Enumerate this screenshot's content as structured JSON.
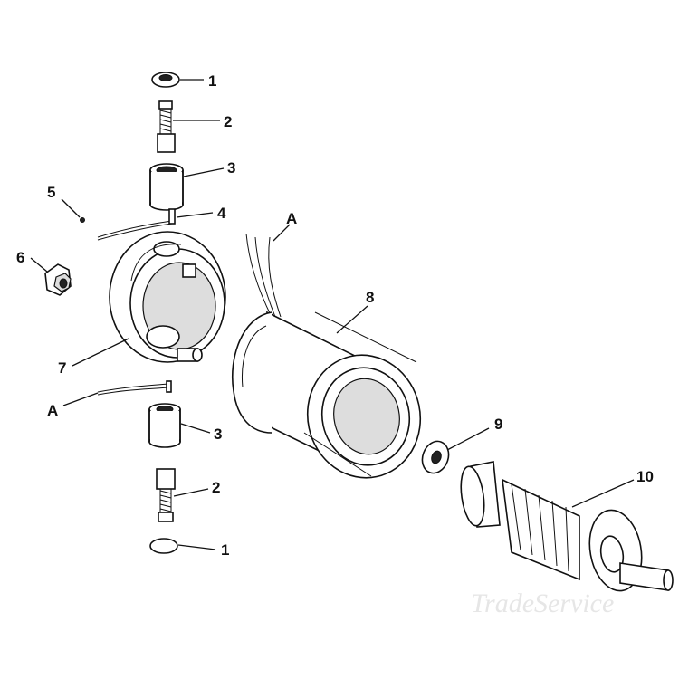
{
  "callouts": {
    "p1_top": "1",
    "p2_top": "2",
    "p3_top": "3",
    "p4": "4",
    "p5": "5",
    "p6": "6",
    "p7": "7",
    "p8": "8",
    "p9": "9",
    "p10": "10",
    "p3_bottom": "3",
    "p2_bottom": "2",
    "p1_bottom": "1",
    "a_top": "A",
    "a_bottom": "A"
  },
  "watermark": "TradeService"
}
